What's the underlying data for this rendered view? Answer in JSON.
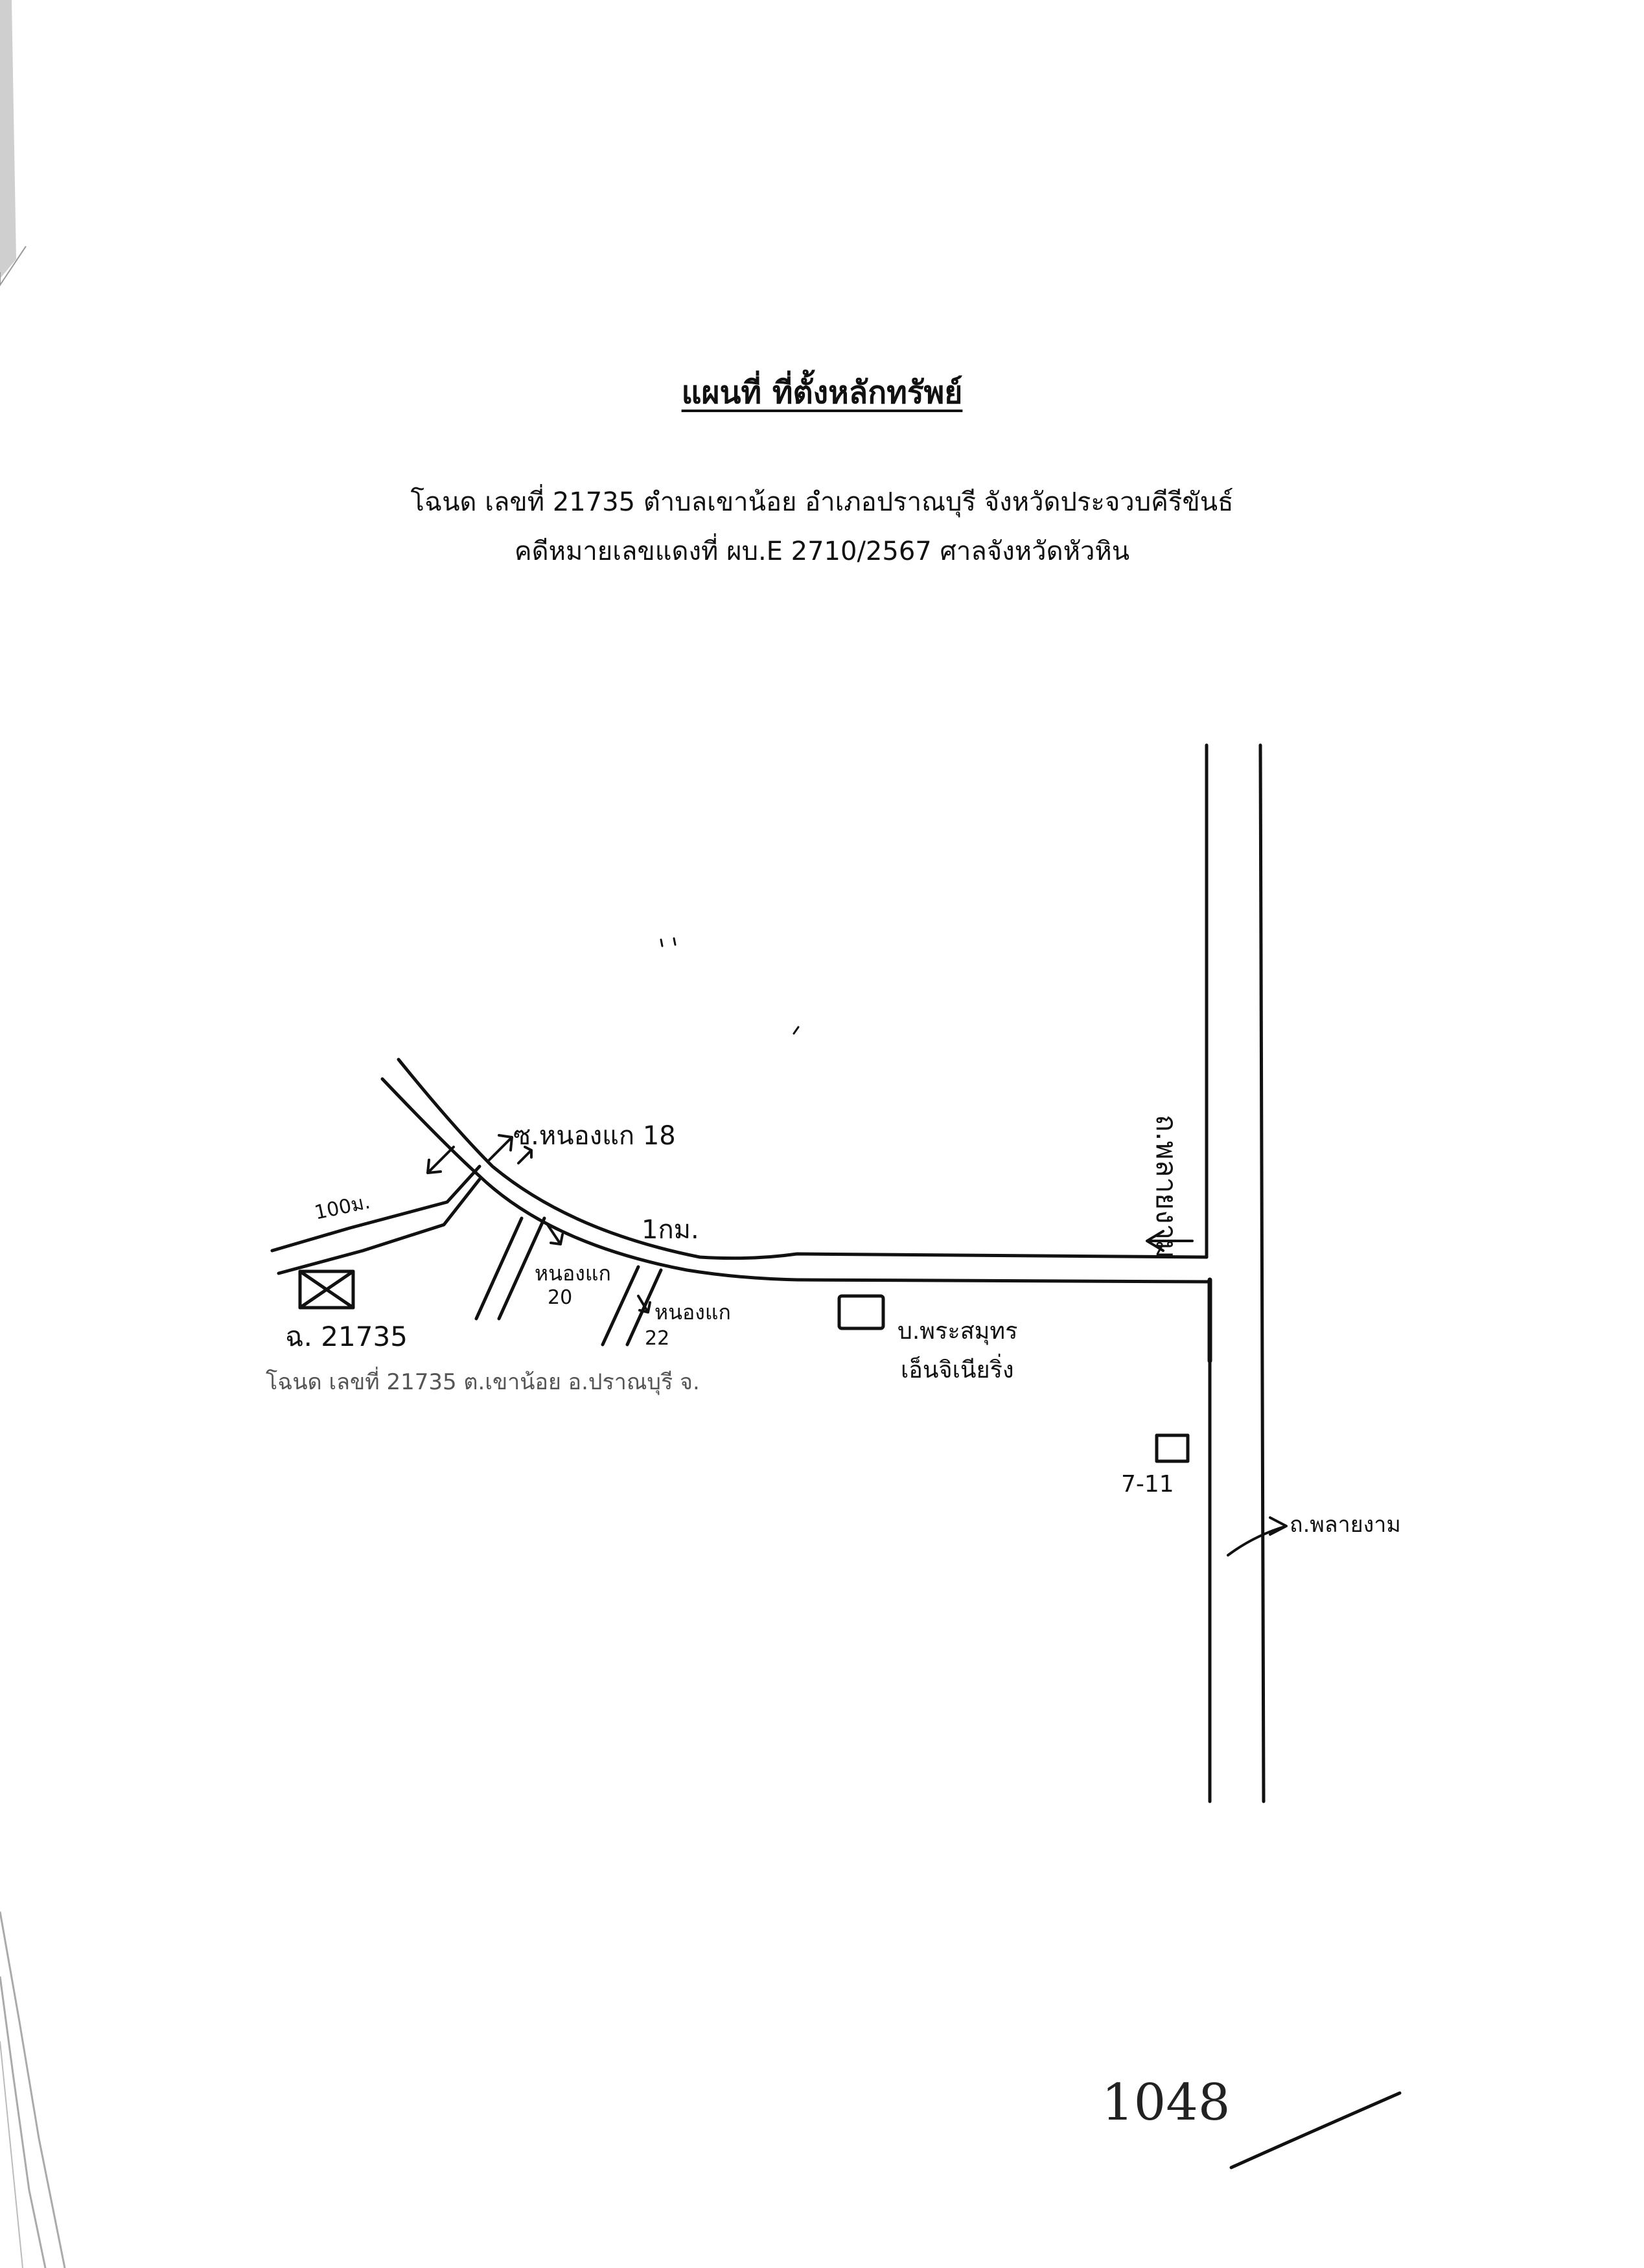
{
  "document": {
    "title": "แผนที่ ที่ตั้งหลักทรัพย์",
    "deed_line": "โฉนด เลขที่  21735  ตำบลเขาน้อย อำเภอปราณบุรี จังหวัดประจวบคีรีขันธ์",
    "case_line": "คดีหมายเลขแดงที่ ผบ.E 2710/2567    ศาลจังหวัดหัวหิน",
    "map_caption": "โฉนด เลขที่  21735  ต.เขาน้อย อ.ปราณบุรี จ.",
    "page_number": "1048"
  },
  "map": {
    "labels": {
      "main_road": "ถ.พลายงาม",
      "main_road_arrow": "ถ.พลายงาม",
      "soi_18": "ซ.หนองแก 18",
      "soi_20_name": "หนองแก",
      "soi_20_num": "20",
      "soi_22_name": "หนองแก",
      "soi_22_num": "22",
      "distance_1km": "1กม.",
      "distance_100m": "100ม.",
      "parcel": "ฉ. 21735",
      "company_line1": "บ.พระสมุทร",
      "company_line2": "เอ็นจิเนียริ่ง",
      "store": "7-11"
    }
  }
}
